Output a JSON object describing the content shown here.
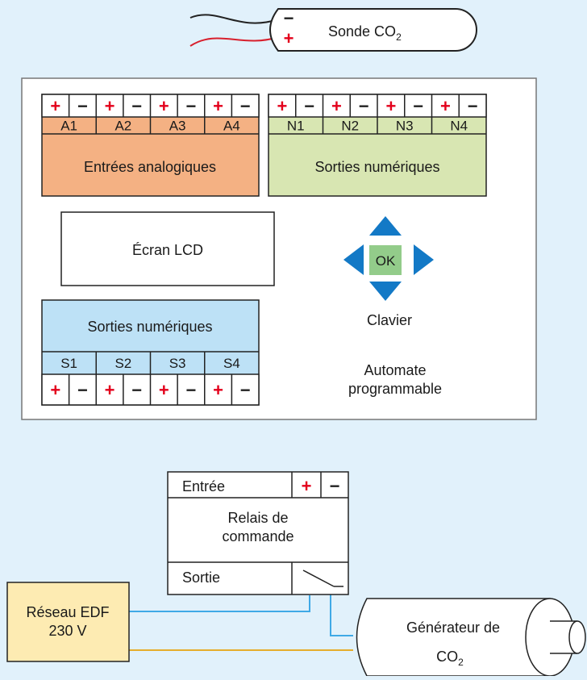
{
  "sensor": {
    "label": "Sonde CO",
    "label_sub": "2",
    "minus": "−",
    "plus": "+"
  },
  "automate": {
    "label_line1": "Automate",
    "label_line2": "programmable",
    "analog_inputs": {
      "title": "Entrées analogiques",
      "channels": [
        "A1",
        "A2",
        "A3",
        "A4"
      ]
    },
    "digital_outputs_top": {
      "title": "Sorties numériques",
      "channels": [
        "N1",
        "N2",
        "N3",
        "N4"
      ]
    },
    "digital_outputs_bottom": {
      "title": "Sorties numériques",
      "channels": [
        "S1",
        "S2",
        "S3",
        "S4"
      ]
    },
    "lcd": {
      "label": "Écran LCD"
    },
    "keypad": {
      "ok_label": "OK",
      "label": "Clavier"
    },
    "terminal_plus": "+",
    "terminal_minus": "−"
  },
  "relay": {
    "input_label": "Entrée",
    "title_line1": "Relais de",
    "title_line2": "commande",
    "output_label": "Sortie",
    "plus": "+",
    "minus": "−"
  },
  "grid": {
    "line1": "Réseau EDF",
    "line2": "230 V"
  },
  "generator": {
    "line1": "Générateur de",
    "line2": "CO",
    "line2_sub": "2"
  },
  "colors": {
    "background": "#e1f1fb",
    "analog": "#f4b183",
    "digital_top": "#d8e6b2",
    "digital_bottom": "#bde1f6",
    "grid_box": "#fdebb2",
    "arrow": "#1379c6",
    "ok_key": "#93cc8a",
    "plus": "#e3001b",
    "wire_blue": "#3fa9e6",
    "wire_yellow": "#e5ad2c",
    "wire_red": "#d8202d"
  }
}
